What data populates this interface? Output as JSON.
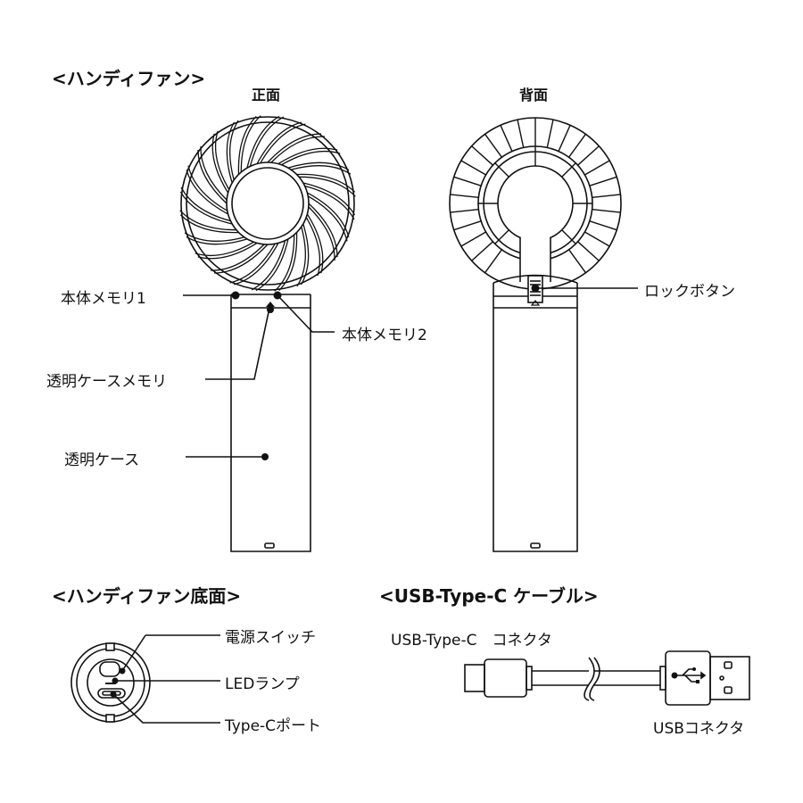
{
  "sections": {
    "fan": {
      "title": "<ハンディファン>",
      "front_label": "正面",
      "back_label": "背面",
      "callouts": {
        "body_mark_1": "本体メモリ1",
        "body_mark_2": "本体メモリ2",
        "case_mark": "透明ケースメモリ",
        "case": "透明ケース",
        "lock_button": "ロックボタン"
      }
    },
    "bottom": {
      "title": "<ハンディファン底面>",
      "callouts": {
        "power_switch": "電源スイッチ",
        "led_lamp": "LEDランプ",
        "type_c_port": "Type-Cポート"
      }
    },
    "cable": {
      "title": "<USB-Type-C ケーブル>",
      "callouts": {
        "type_c_connector": "USB-Type-C　コネクタ",
        "usb_connector": "USBコネクタ"
      }
    }
  },
  "colors": {
    "line": "#111111",
    "background": "#ffffff"
  }
}
